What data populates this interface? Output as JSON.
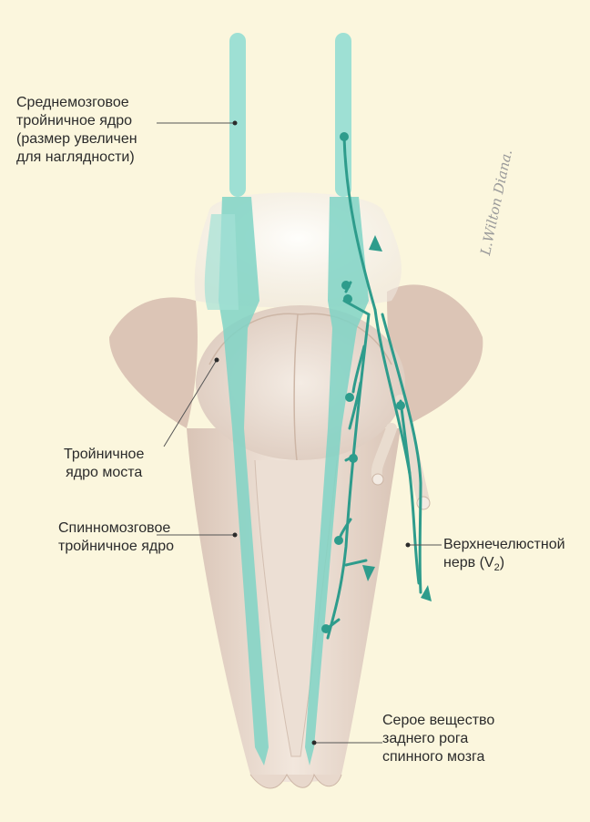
{
  "labels": {
    "mesencephalic": "Среднемозговое\nтройничное ядро\n(размер увеличен\nдля наглядности)",
    "pontine": "Тройничное\nядро моста",
    "spinal": "Спинномозговое\nтройничное ядро",
    "maxillary": "Верхнечелюстной\nнерв (V",
    "maxillary_sub": "2",
    "maxillary_end": ")",
    "gray_matter": "Серое вещество\nзаднего рога\nспинного мозга"
  },
  "signature": "L.Wilton Diana.",
  "colors": {
    "background": "#fbf6dd",
    "nucleus": "#7fd3c6",
    "nerve": "#2e9c8c",
    "tissue": "#e9dccf"
  }
}
